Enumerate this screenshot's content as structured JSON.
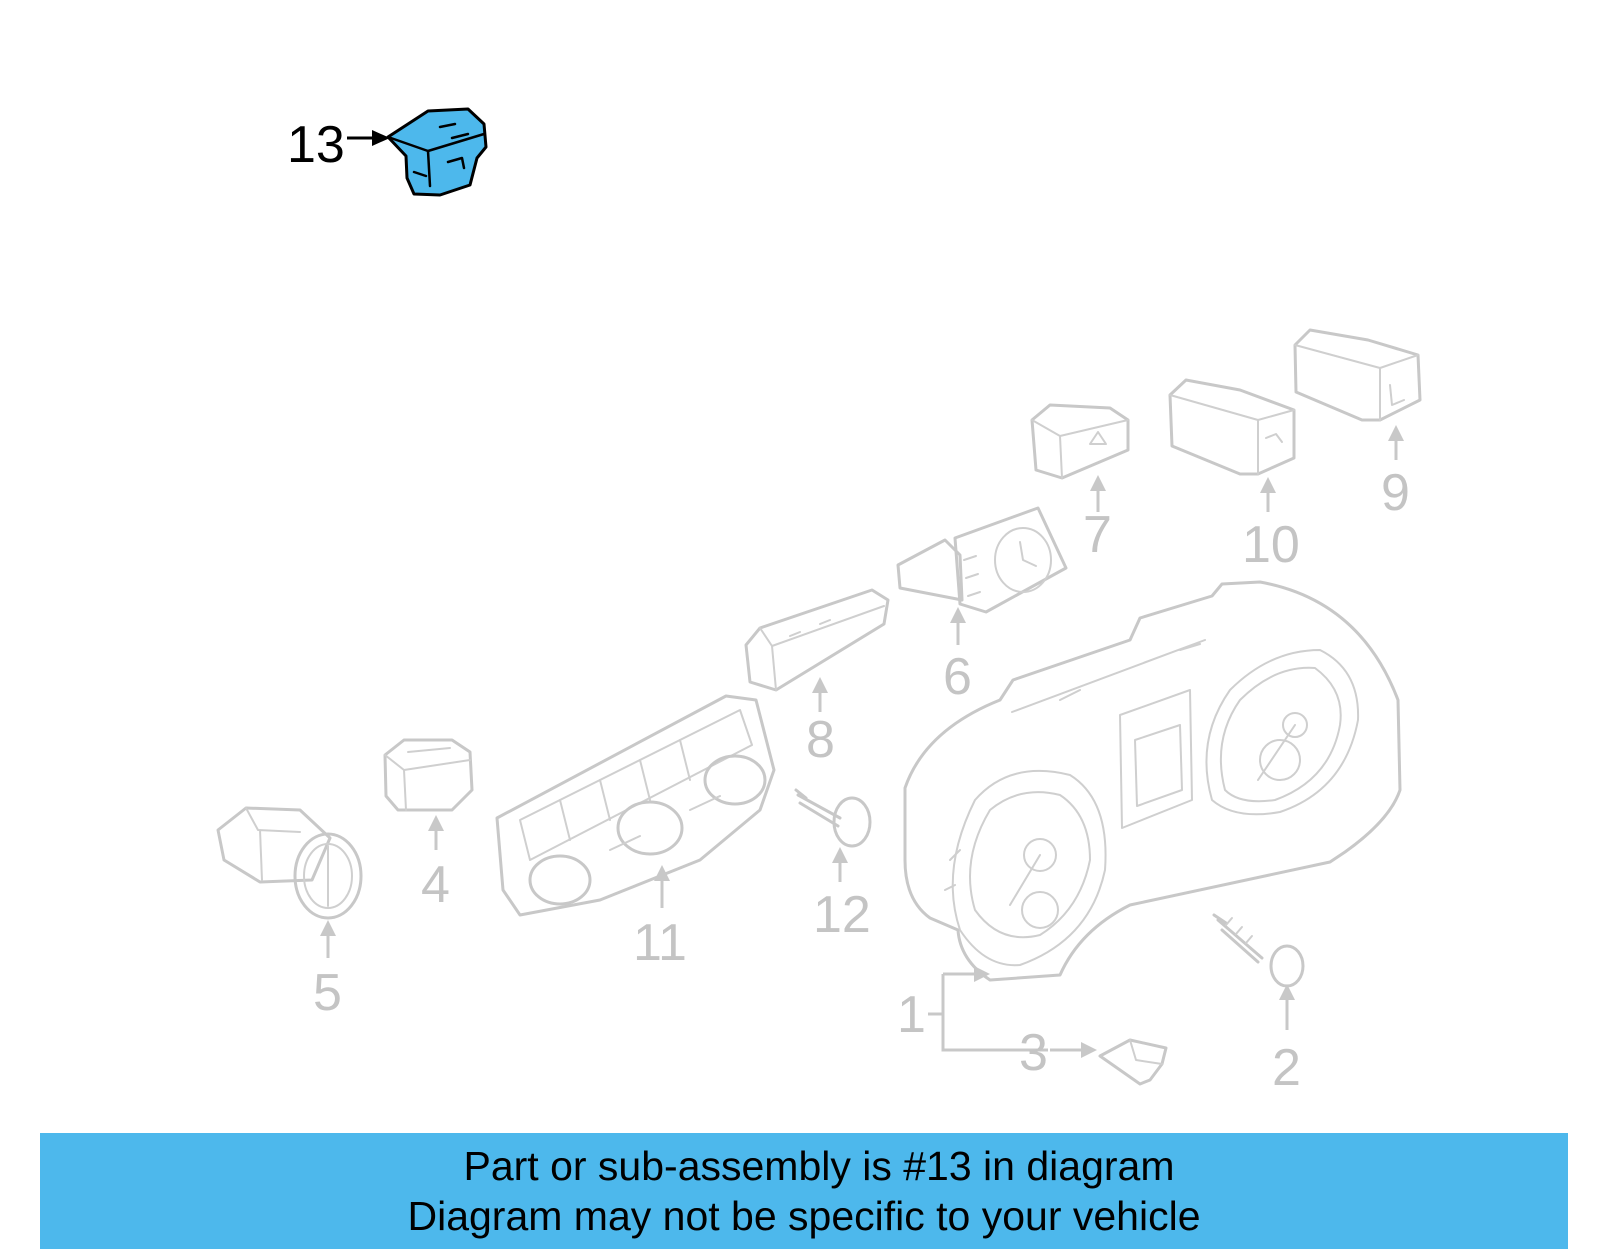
{
  "callouts": {
    "c1": "1",
    "c2": "2",
    "c3": "3",
    "c4": "4",
    "c5": "5",
    "c6": "6",
    "c7": "7",
    "c8": "8",
    "c9": "9",
    "c10": "10",
    "c11": "11",
    "c12": "12",
    "c13": "13"
  },
  "highlighted_part": "13",
  "banner": {
    "line1": "Part or sub-assembly is #13 in diagram",
    "line2": "Diagram may not be specific to your vehicle"
  },
  "colors": {
    "highlight": "#4db8ec",
    "faded_parts": "#c8c8c8",
    "banner_background": "#4db8ec"
  }
}
